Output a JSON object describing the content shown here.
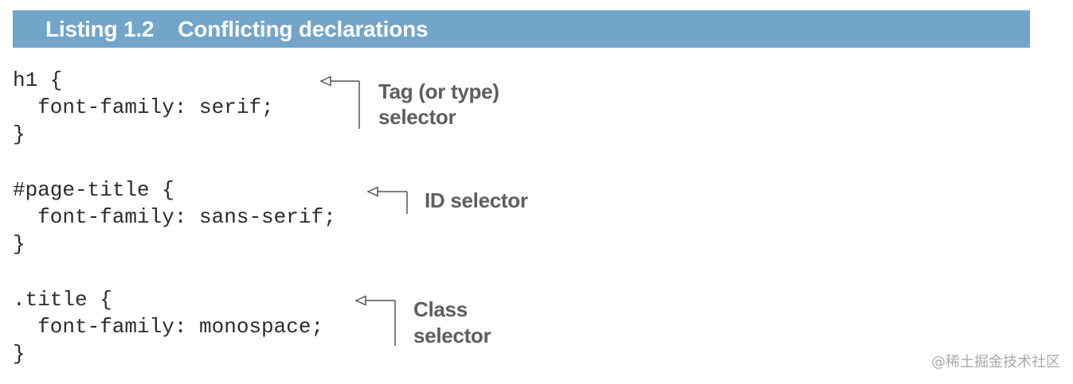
{
  "listing": {
    "number": "Listing 1.2",
    "title": "Conflicting declarations"
  },
  "code_blocks": [
    {
      "lines": [
        "h1 {",
        "  font-family: serif;",
        "}"
      ],
      "annotation": [
        "Tag (or type)",
        "selector"
      ]
    },
    {
      "lines": [
        "#page-title {",
        "  font-family: sans-serif;",
        "}"
      ],
      "annotation": [
        "ID selector"
      ]
    },
    {
      "lines": [
        ".title {",
        "  font-family: monospace;",
        "}"
      ],
      "annotation": [
        "Class",
        "selector"
      ]
    }
  ],
  "watermark": "@稀土掘金技术社区",
  "colors": {
    "banner": "#72a5c9",
    "banner_text": "#ffffff",
    "code": "#2b2b2b",
    "annotation": "#5e5e5e",
    "callout_line": "#555555",
    "watermark": "#a9a9a9"
  }
}
